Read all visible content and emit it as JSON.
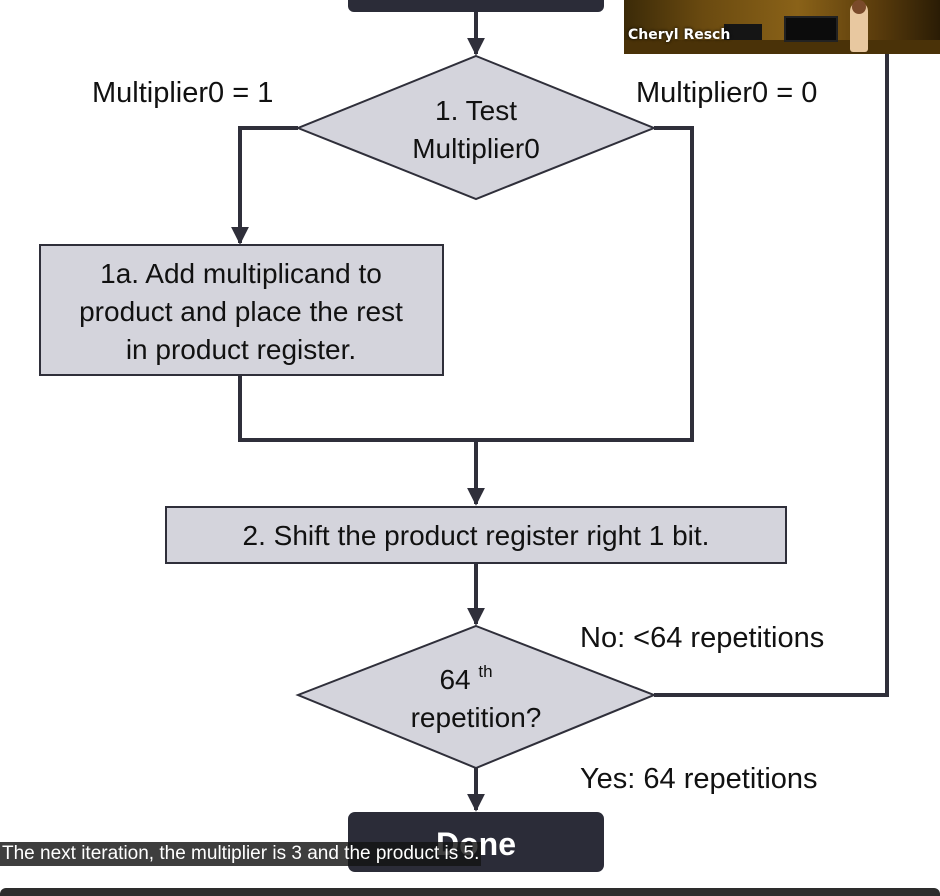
{
  "flowchart": {
    "decision_test": {
      "line1": "1. Test",
      "line2": "Multiplier0"
    },
    "branch_left_label": "Multiplier0 = 1",
    "branch_right_label": "Multiplier0 = 0",
    "step_add": {
      "line1": "1a. Add multiplicand to",
      "line2": "product and place the rest",
      "line3": "in product register."
    },
    "step_shift": "2. Shift the product register right 1 bit.",
    "decision_repeat": {
      "line1_num": "64",
      "line1_sup": "th",
      "line2": "repetition?"
    },
    "no_label": "No: <64 repetitions",
    "yes_label": "Yes: 64 repetitions",
    "done_label": "Done"
  },
  "webcam": {
    "name": "Cheryl Resch"
  },
  "caption": {
    "text": "The next iteration, the multiplier is 3 and the product is 5."
  },
  "colors": {
    "box_fill": "#d4d4dc",
    "line": "#2f2f3a",
    "dark_box": "#2b2c38"
  }
}
